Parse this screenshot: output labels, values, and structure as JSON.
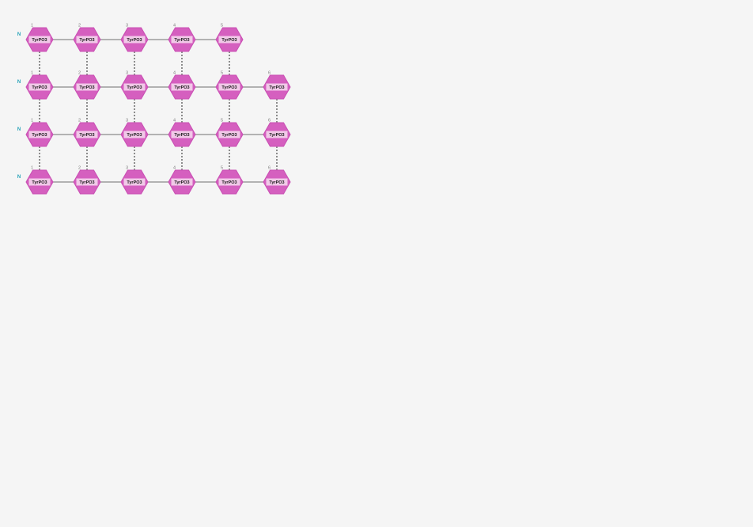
{
  "colors": {
    "background": "#f5f5f5",
    "hex_fill": "#d55fbf",
    "hex_stroke": "#c94fb3",
    "hex_band": "#f1c9e8",
    "residue_text": "#1a1a1a",
    "bond_line": "#8a8a8a",
    "hbond_line": "#555555",
    "terminus_text": "#1f9fb6",
    "position_text": "#7a7a7a"
  },
  "rows": [
    {
      "terminus": "N",
      "residues": [
        {
          "position": "1",
          "name": "TyrPO3"
        },
        {
          "position": "2",
          "name": "TyrPO3"
        },
        {
          "position": "3",
          "name": "TyrPO3"
        },
        {
          "position": "4",
          "name": "TyrPO3"
        },
        {
          "position": "5",
          "name": "TyrPO3"
        }
      ]
    },
    {
      "terminus": "N",
      "residues": [
        {
          "position": "1",
          "name": "TyrPO3"
        },
        {
          "position": "2",
          "name": "TyrPO3"
        },
        {
          "position": "3",
          "name": "TyrPO3"
        },
        {
          "position": "4",
          "name": "TyrPO3"
        },
        {
          "position": "5",
          "name": "TyrPO3"
        },
        {
          "position": "6",
          "name": "TyrPO3"
        }
      ]
    },
    {
      "terminus": "N",
      "residues": [
        {
          "position": "1",
          "name": "TyrPO3"
        },
        {
          "position": "2",
          "name": "TyrPO3"
        },
        {
          "position": "3",
          "name": "TyrPO3"
        },
        {
          "position": "4",
          "name": "TyrPO3"
        },
        {
          "position": "5",
          "name": "TyrPO3"
        },
        {
          "position": "6",
          "name": "TyrPO3"
        }
      ]
    },
    {
      "terminus": "N",
      "residues": [
        {
          "position": "1",
          "name": "TyrPO3"
        },
        {
          "position": "2",
          "name": "TyrPO3"
        },
        {
          "position": "3",
          "name": "TyrPO3"
        },
        {
          "position": "4",
          "name": "TyrPO3"
        },
        {
          "position": "5",
          "name": "TyrPO3"
        },
        {
          "position": "6",
          "name": "TyrPO3"
        }
      ]
    }
  ]
}
